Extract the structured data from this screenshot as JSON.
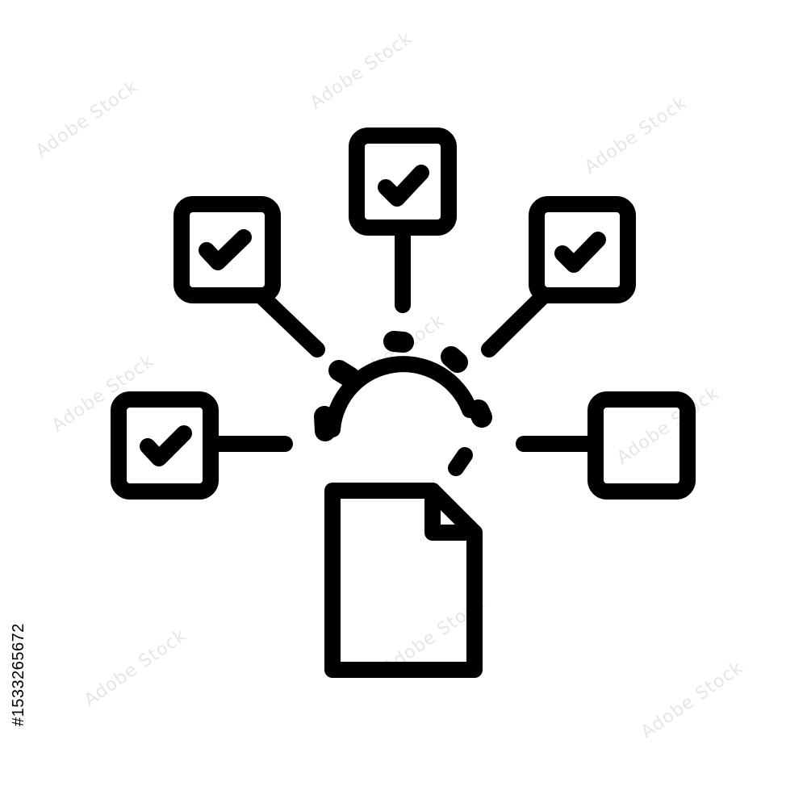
{
  "colors": {
    "stroke": "#000000",
    "background": "#ffffff",
    "watermark": "#b8b8b8"
  },
  "watermark": {
    "text": "Adobe Stock"
  },
  "stock_id": {
    "text": "#1533265672"
  },
  "icon": {
    "name": "task-distribution-icon",
    "boxes": [
      {
        "id": "left",
        "checked": true
      },
      {
        "id": "upper-left",
        "checked": true
      },
      {
        "id": "top",
        "checked": true
      },
      {
        "id": "upper-right",
        "checked": true
      },
      {
        "id": "right",
        "checked": false
      }
    ]
  }
}
